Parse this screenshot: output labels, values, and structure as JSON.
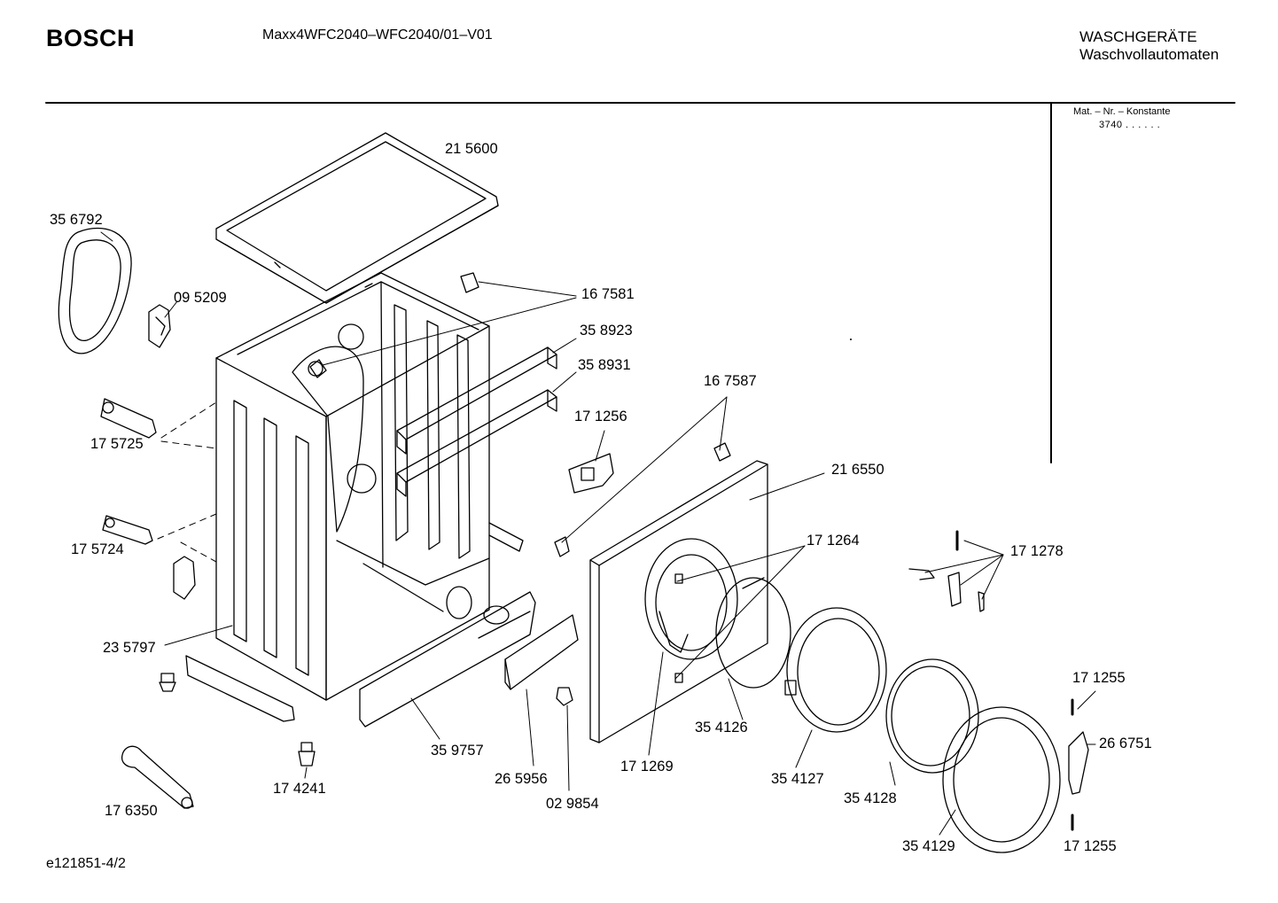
{
  "header": {
    "brand": "BOSCH",
    "model": "Maxx4WFC2040–WFC2040/01–V01",
    "category": "WASCHGERÄTE",
    "subcategory": "Waschvollautomaten"
  },
  "sidebar": {
    "mat_label": "Mat. – Nr. – Konstante",
    "mat_value": "3740 . .   . . . ."
  },
  "footer": {
    "diagram_id": "e121851-4/2"
  },
  "parts": [
    {
      "id": "p215600",
      "label": "21 5600"
    },
    {
      "id": "p356792",
      "label": "35 6792"
    },
    {
      "id": "p095209",
      "label": "09 5209"
    },
    {
      "id": "p167581",
      "label": "16 7581"
    },
    {
      "id": "p358923",
      "label": "35 8923"
    },
    {
      "id": "p358931",
      "label": "35 8931"
    },
    {
      "id": "p167587",
      "label": "16 7587"
    },
    {
      "id": "p171256",
      "label": "17 1256"
    },
    {
      "id": "p175725",
      "label": "17 5725"
    },
    {
      "id": "p216550",
      "label": "21 6550"
    },
    {
      "id": "p171264",
      "label": "17 1264"
    },
    {
      "id": "p171278",
      "label": "17 1278"
    },
    {
      "id": "p175724",
      "label": "17 5724"
    },
    {
      "id": "p235797",
      "label": "23 5797"
    },
    {
      "id": "p171255a",
      "label": "17 1255"
    },
    {
      "id": "p354126",
      "label": "35 4126"
    },
    {
      "id": "p267751",
      "label": "26 6751"
    },
    {
      "id": "p359757",
      "label": "35 9757"
    },
    {
      "id": "p171269",
      "label": "17 1269"
    },
    {
      "id": "p174241",
      "label": "17 4241"
    },
    {
      "id": "p265956",
      "label": "26 5956"
    },
    {
      "id": "p354127",
      "label": "35 4127"
    },
    {
      "id": "p354128",
      "label": "35 4128"
    },
    {
      "id": "p176350",
      "label": "17 6350"
    },
    {
      "id": "p029854",
      "label": "02 9854"
    },
    {
      "id": "p354129",
      "label": "35 4129"
    },
    {
      "id": "p171255b",
      "label": "17 1255"
    }
  ]
}
